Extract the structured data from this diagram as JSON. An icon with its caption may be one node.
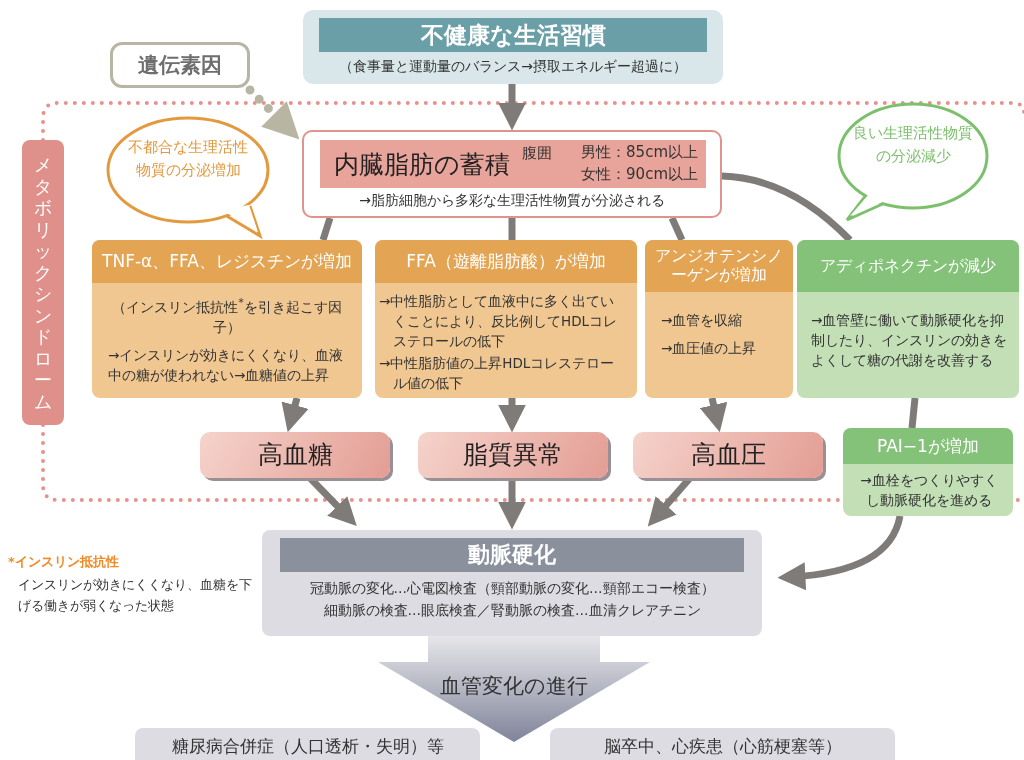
{
  "diagram": {
    "nodes": [
      {
        "text": [
          "不健康な生活習慣",
          "（食事量と運動量のバランス→摂取エネルギー超過に）"
        ]
      },
      {
        "text": [
          "遺伝素因"
        ]
      },
      {
        "text": [
          "内臓脂肪の蓄積",
          "腹囲",
          "男性：85cm以上",
          "女性：90cm以上",
          "→脂肪細胞から多彩な生理活性物質が分泌される"
        ]
      },
      {
        "text": [
          "メタボリックシンドローム"
        ]
      },
      {
        "text": [
          "不都合な生理活性物質の分泌増加"
        ]
      },
      {
        "text": [
          "TNF-α、FFA、レジスチンが増加",
          "（インスリン抵抗性$^{*}$を引き起こす因子）",
          "→インスリンが効きにくくなり、血液中の糖が使われない→血糖値の上昇"
        ]
      },
      {
        "text": [
          "FFA（遊離脂肪酸）が増加",
          "→中性脂肪として血液中に多く出ていくことにより、反比例してHDLコレステロールの低下",
          "→中性脂肪値の上昇HDLコレステロール値の低下"
        ]
      },
      {
        "text": [
          "アンジオテンシノーゲンが増加",
          "→血管を収縮",
          "→血圧値の上昇"
        ]
      },
      {
        "text": [
          "良い生理活性物質の分泌減少"
        ]
      },
      {
        "text": [
          "アディポネクチンが減少",
          "→血管壁に働いて動脈硬化を抑制したり、インスリンの効きをよくして糖の代謝を改善する"
        ]
      },
      {
        "text": [
          "高血糖"
        ]
      },
      {
        "text": [
          "脂質異常"
        ]
      },
      {
        "text": [
          "高血圧"
        ]
      },
      {
        "text": [
          "PAI−1が増加",
          "→血栓をつくりやすくし動脈硬化を進める"
        ]
      },
      {
        "text": [
          "動脈硬化",
          "冠動脈の変化…心電図検査（頸部動脈の変化…頸部エコー検査）",
          "細動脈の検査…眼底検査／腎動脈の検査…血清クレアチニン"
        ]
      },
      {
        "text": [
          "糖尿病合併症（人口透析・失明）等"
        ]
      },
      {
        "text": [
          "脳卒中、心疾患（心筋梗塞等）"
        ]
      }
    ],
    "edges": [
      {
        "from": 0,
        "to": 2,
        "arrow": "to"
      },
      {
        "from": 1,
        "to": 2,
        "arrow": "to",
        "style": "dashed",
        "color": "#b9b5a3"
      },
      {
        "from": 2,
        "to": 5,
        "arrow": "none"
      },
      {
        "from": 2,
        "to": 6,
        "arrow": "none"
      },
      {
        "from": 2,
        "to": 7,
        "arrow": "none"
      },
      {
        "from": 2,
        "to": 9,
        "arrow": "none"
      },
      {
        "from": 9,
        "to": 13,
        "arrow": "none"
      },
      {
        "from": 13,
        "to": 14,
        "arrow": "to"
      },
      {
        "from": 5,
        "to": 10,
        "arrow": "to"
      },
      {
        "from": 6,
        "to": 11,
        "arrow": "to"
      },
      {
        "from": 7,
        "to": 12,
        "arrow": "to"
      },
      {
        "from": 10,
        "to": 14,
        "arrow": "to"
      },
      {
        "from": 11,
        "to": 14,
        "arrow": "to"
      },
      {
        "from": 12,
        "to": 14,
        "arrow": "to"
      },
      {
        "from": 14,
        "to": 15,
        "arrow": "to",
        "label": "血管変化の進行"
      },
      {
        "from": 14,
        "to": 16,
        "arrow": "to"
      }
    ],
    "labels": [
      "*インスリン抵抗性",
      "インスリンが効きにくくなり、血糖を下げる働きが弱くなった状態"
    ]
  }
}
